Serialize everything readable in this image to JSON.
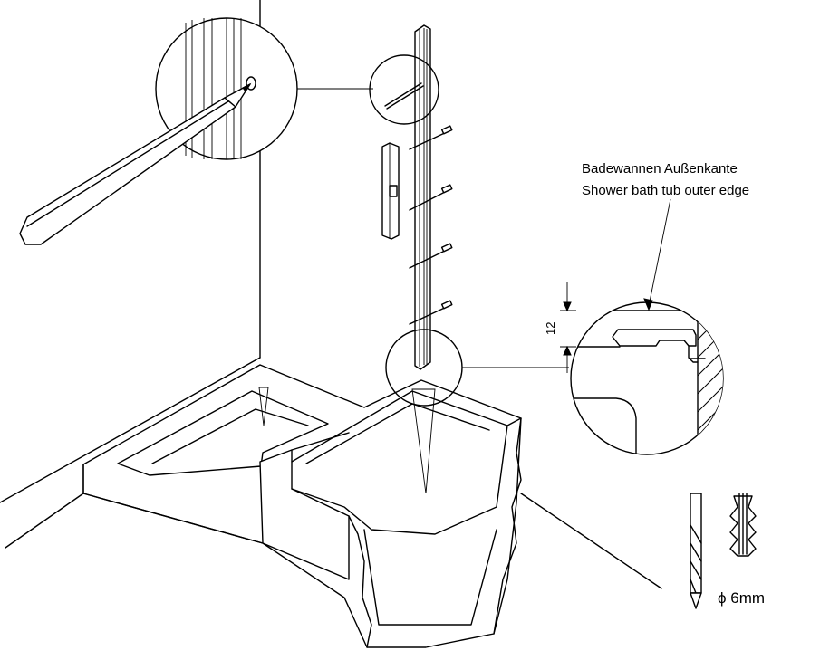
{
  "labels": {
    "edge_de": "Badewannen Außenkante",
    "edge_en": "Shower bath tub outer edge",
    "dimension": "12",
    "drill_size": "ϕ 6mm"
  }
}
